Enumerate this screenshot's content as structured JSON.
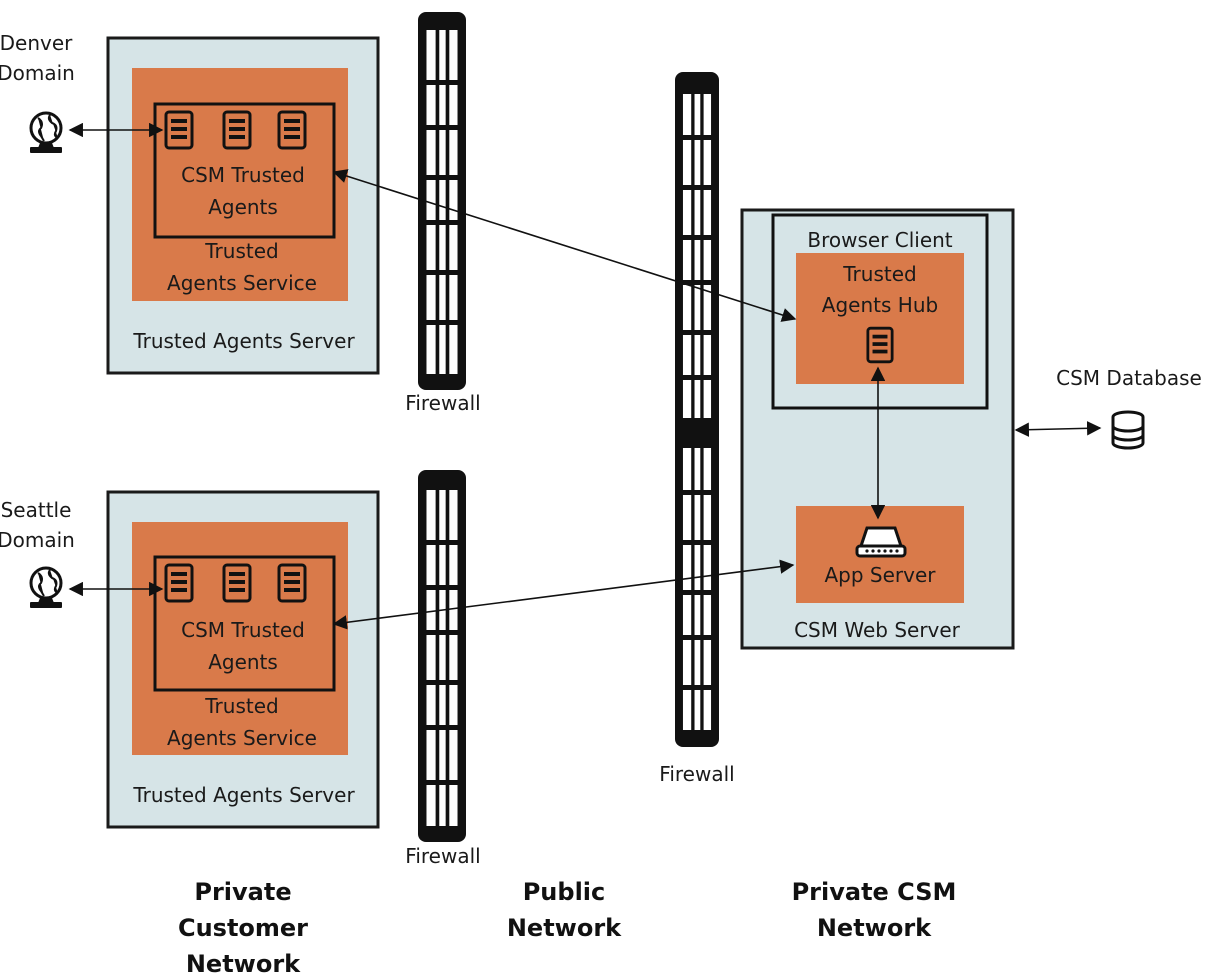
{
  "domains": {
    "denver": [
      "Denver",
      "Domain"
    ],
    "seattle": [
      "Seattle",
      "Domain"
    ]
  },
  "trusted_agents_server_label": "Trusted Agents Server",
  "trusted_agents_service_label": [
    "Trusted",
    "Agents Service"
  ],
  "csm_trusted_agents_label": [
    "CSM Trusted",
    "Agents"
  ],
  "firewall_label": "Firewall",
  "web_server": {
    "label": "CSM Web Server",
    "browser_client": "Browser Client",
    "hub": [
      "Trusted",
      "Agents Hub"
    ],
    "app_server": "App Server"
  },
  "database_label": "CSM Database",
  "zones": {
    "customer": [
      "Private",
      "Customer",
      "Network"
    ],
    "public": [
      "Public",
      "Network"
    ],
    "csm": [
      "Private CSM",
      "Network"
    ]
  },
  "colors": {
    "server_fill": "#d6e4e7",
    "service_fill": "#d97a4a",
    "firewall": "#111111"
  }
}
